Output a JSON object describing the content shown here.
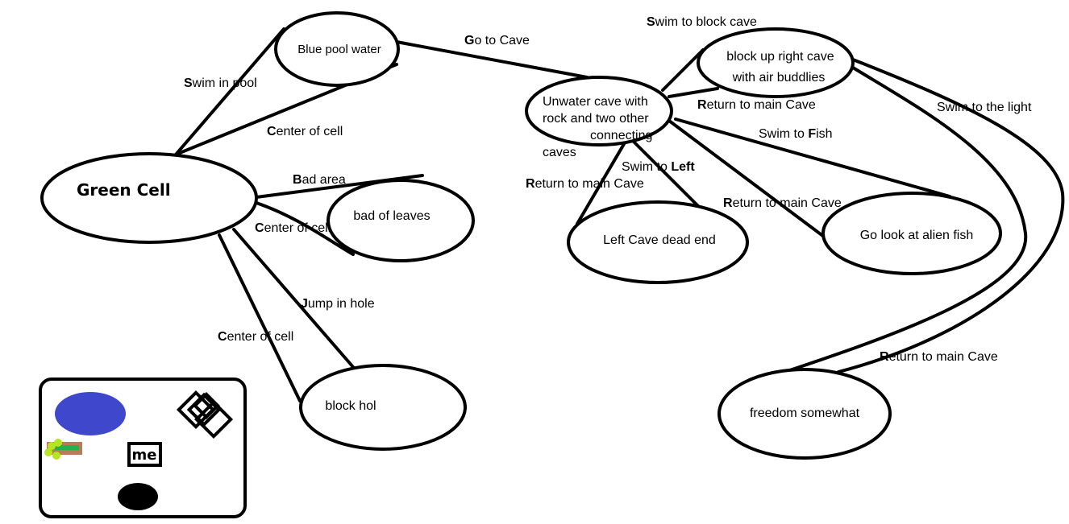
{
  "nodes": {
    "green_cell": "Green Cell",
    "blue_pool": "Blue pool water",
    "bad_leaves": "bad of leaves",
    "block_hol": "block hol",
    "unwater_cave": [
      "Unwater cave with",
      "rock and two other",
      "connecting",
      "caves"
    ],
    "block_up_right": [
      "block up right cave",
      "with air buddlies"
    ],
    "left_cave": "Left Cave dead end",
    "alien_fish": "Go look at alien fish",
    "freedom": "freedom somewhat"
  },
  "edges": {
    "swim_pool": {
      "bold": "S",
      "rest": "wim in pool"
    },
    "center1": {
      "bold": "C",
      "rest": "enter of cell"
    },
    "bad_area": {
      "bold": "B",
      "rest": "ad area"
    },
    "center2": {
      "bold": "C",
      "rest": "enter of cell"
    },
    "jump_hole": {
      "bold": "J",
      "rest": "ump in hole"
    },
    "center3": {
      "bold": "C",
      "rest": "enter of cell"
    },
    "go_cave": {
      "bold": "G",
      "rest": "o to Cave"
    },
    "swim_block": {
      "bold": "S",
      "rest": "wim to block cave"
    },
    "return1": {
      "bold": "R",
      "rest": "eturn to main Cave"
    },
    "swim_light": "Swim to the light",
    "swim_fish": {
      "pre": "Swim to ",
      "bold": "F",
      "rest": "ish"
    },
    "swim_left": {
      "pre": "Swim to ",
      "bold": "Left"
    },
    "return2": {
      "bold": "R",
      "rest": "eturn to main Cave"
    },
    "return3": {
      "bold": "R",
      "rest": "eturn to main Cave"
    },
    "return4": {
      "bold": "R",
      "rest": "eturn to main Cave"
    }
  },
  "legend": {
    "me_label": "me",
    "pool_color": "#3f48cc",
    "hole_color": "#000000"
  }
}
